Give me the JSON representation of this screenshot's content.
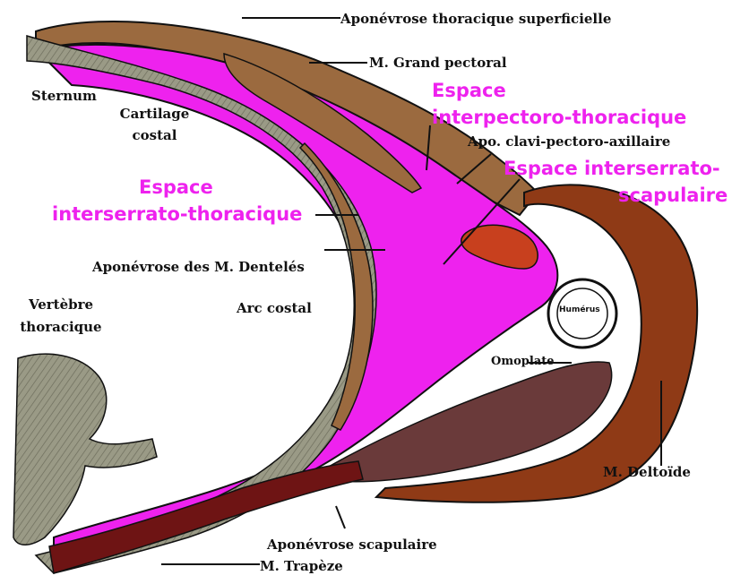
{
  "labels": {
    "aponevrose_thoracique_superficielle": "Aponévrose thoracique superficielle",
    "grand_pectoral": "M. Grand pectoral",
    "sternum": "Sternum",
    "cartilage_costal_line1": "Cartilage",
    "cartilage_costal_line2": "costal",
    "apo_clavi_pectoro_axillaire": "Apo. clavi-pectoro-axillaire",
    "aponevrose_dentele": "Aponévrose des  M. Dentelés",
    "vertebre_line1": "Vertèbre",
    "vertebre_line2": "thoracique",
    "arc_costal": "Arc costal",
    "humerus": "Humérus",
    "omoplate": "Omoplate",
    "deltoide": "M. Deltoïde",
    "aponevrose_scapulaire": "Aponévrose scapulaire",
    "trapeze": "M. Trapèze"
  },
  "spaces": {
    "interpectoro_line1": "Espace",
    "interpectoro_line2": "interpectoro-thoracique",
    "interserrato_scap_line1": "Espace interserrato-",
    "interserrato_scap_line2": "scapulaire",
    "interserrato_thor_line1": "Espace",
    "interserrato_thor_line2": "interserrato-thoracique"
  },
  "colors": {
    "space_magenta": "#ee22ee",
    "pectoral_brown": "#9b6a3f",
    "bone_gray": "#9a9a86",
    "deltoid_brown": "#8f3a16",
    "trapeze_dark": "#6e1414",
    "fascia_red": "#c8401e",
    "scapula_muscle": "#6a3a3a"
  }
}
